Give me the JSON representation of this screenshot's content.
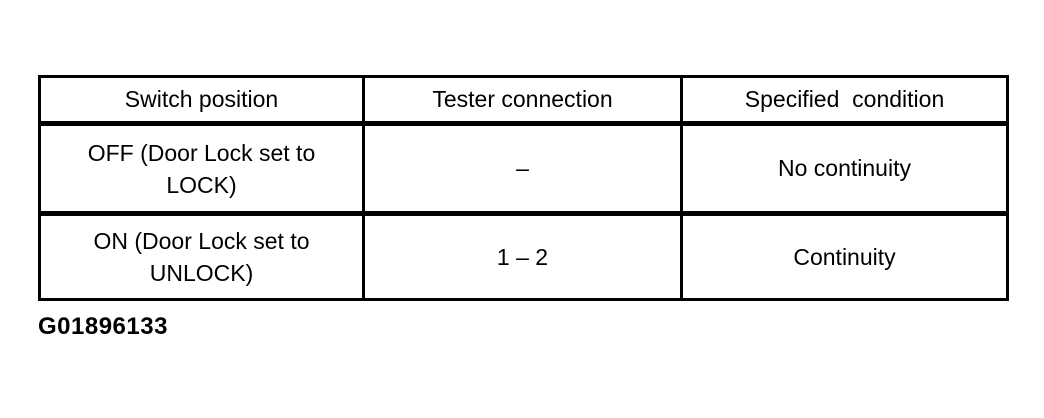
{
  "page": {
    "background_color": "#ffffff",
    "text_color": "#000000"
  },
  "table": {
    "headers": [
      "Switch position",
      "Tester connection",
      "Specified  condition"
    ],
    "rows": [
      [
        "OFF (Door Lock set to LOCK)",
        "–",
        "No continuity"
      ],
      [
        "ON (Door Lock set to UNLOCK)",
        "1 – 2",
        "Continuity"
      ]
    ]
  },
  "figure_label": "G01896133"
}
